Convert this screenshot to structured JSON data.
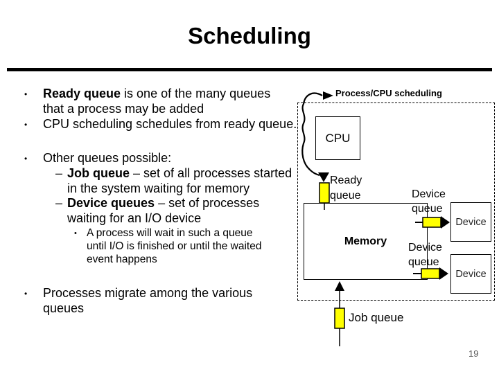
{
  "slide": {
    "title": "Scheduling",
    "page_number": "19"
  },
  "bullets": {
    "b1": {
      "marker": "•",
      "lead": "Ready queue",
      "rest": " is one of the many queues\nthat a process may be added"
    },
    "b2": {
      "marker": "•",
      "rest": "CPU scheduling schedules from ready queue."
    },
    "b3": {
      "marker": "•",
      "rest": "Other queues possible:"
    },
    "s1": {
      "marker": "–",
      "lead": "Job queue",
      "rest": " – set of all processes started\nin the system waiting for memory"
    },
    "s2": {
      "marker": "–",
      "lead": "Device queues",
      "rest": " – set of processes\nwaiting for an I/O device"
    },
    "s3": {
      "marker": "•",
      "rest": "A process will wait in such a queue\nuntil I/O is finished or until the waited\nevent happens"
    },
    "b4": {
      "marker": "•",
      "rest": "Processes migrate among the various\nqueues"
    }
  },
  "diagram": {
    "annotation_label": "Process/CPU scheduling",
    "cpu_box_label": "CPU",
    "ready_queue_label": "Ready\nqueue",
    "memory_label": "Memory",
    "device_queue_label_1": "Device\nqueue",
    "device_queue_label_2": "Device\nqueue",
    "device_box_1_label": "Device",
    "device_box_2_label": "Device",
    "job_queue_label": "Job queue"
  },
  "colors": {
    "queue_marker": "#ffff00",
    "line": "#000000"
  }
}
